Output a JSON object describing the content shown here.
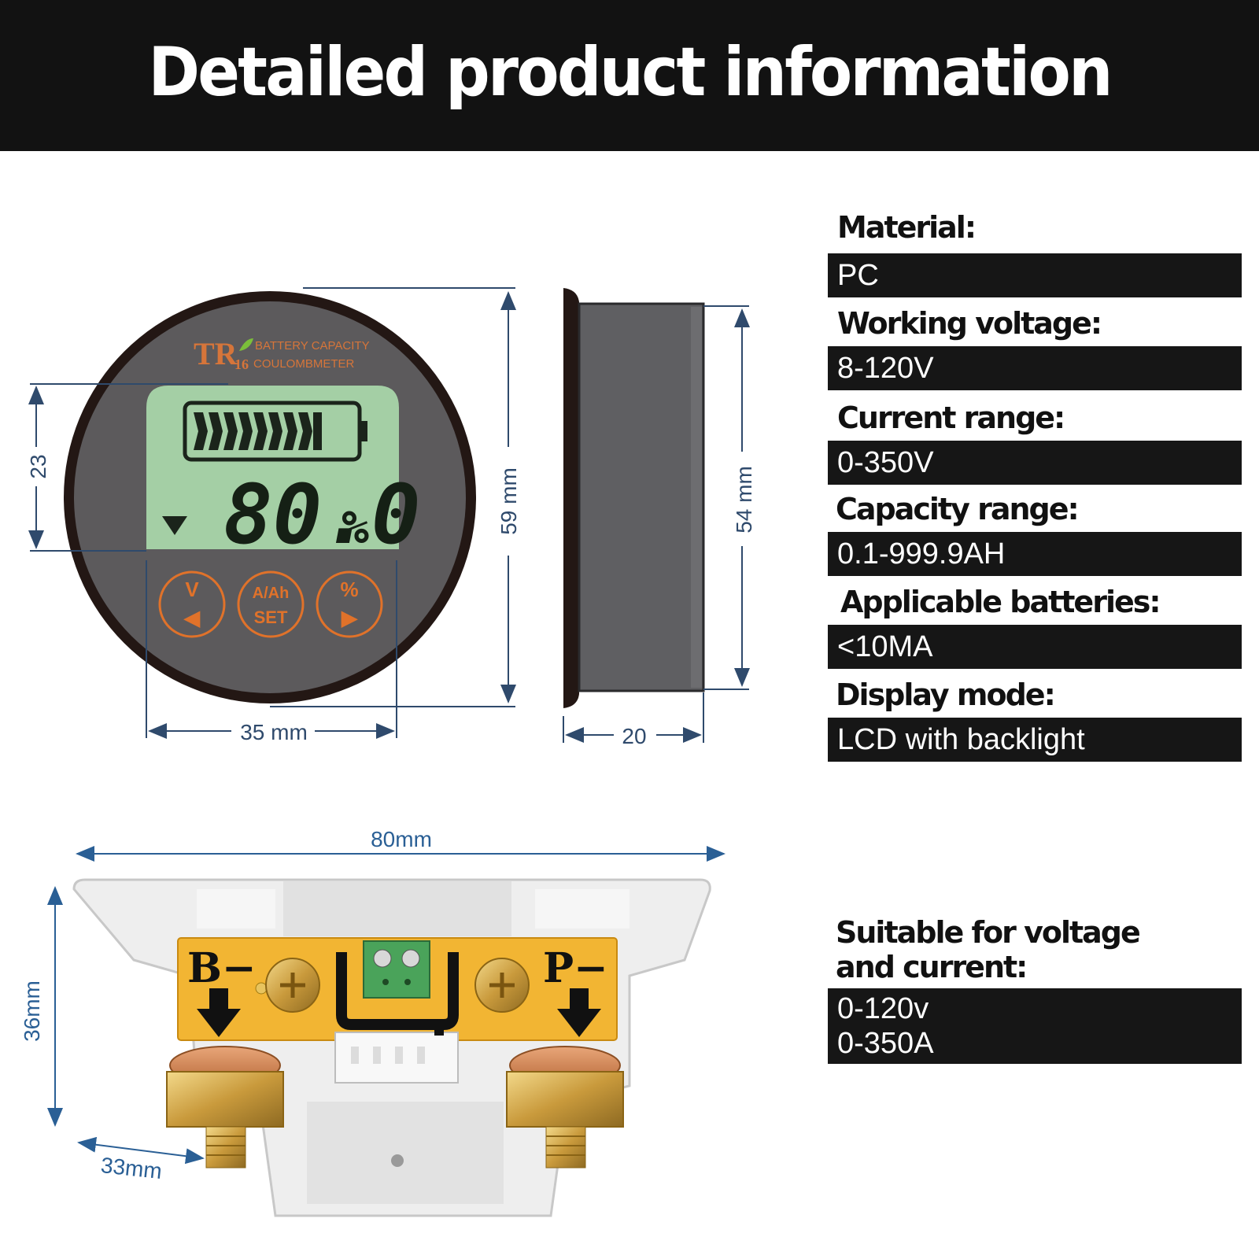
{
  "header": {
    "title": "Detailed product information"
  },
  "meter": {
    "brand_big": "TR",
    "brand_num": "16",
    "brand_line1": "BATTERY CAPACITY",
    "brand_line2": "COULOMBMETER",
    "reading": "80.0",
    "reading_unit": "%",
    "buttons": [
      {
        "top": "V",
        "bottom": "◀"
      },
      {
        "top": "A/Ah",
        "bottom": "SET"
      },
      {
        "top": "%",
        "bottom": "▶"
      }
    ]
  },
  "dimensions": {
    "height_23": "23",
    "height_59": "59 mm",
    "width_35": "35 mm",
    "side_54": "54 mm",
    "side_20": "20",
    "shunt_80": "80mm",
    "shunt_36": "36mm",
    "shunt_33": "33mm"
  },
  "shunt": {
    "b_label": "B−",
    "p_label": "P−"
  },
  "specs": [
    {
      "label": "Material:",
      "value": "PC"
    },
    {
      "label": "Working voltage:",
      "value": "8-120V"
    },
    {
      "label": "Current range:",
      "value": "0-350V"
    },
    {
      "label": "Capacity range:",
      "value": "0.1-999.9AH"
    },
    {
      "label": "Applicable batteries:",
      "value": "<10MA"
    },
    {
      "label": "Display mode:",
      "value": "LCD with backlight"
    }
  ],
  "suitable": {
    "label_line1": "Suitable for voltage",
    "label_line2": "and current:",
    "value_line1": "0-120v",
    "value_line2": "0-350A"
  }
}
